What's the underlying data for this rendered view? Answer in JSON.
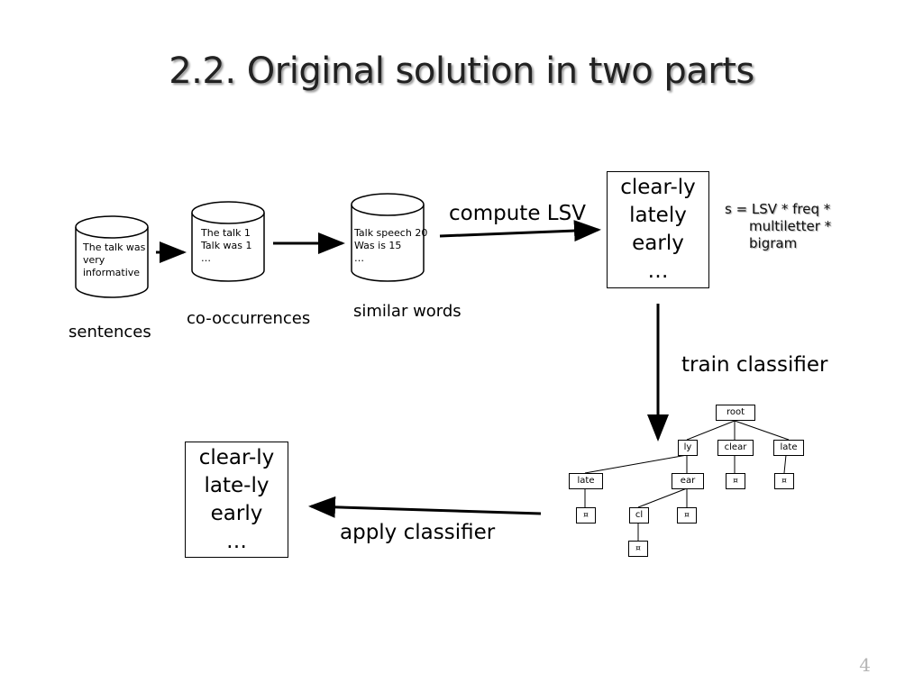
{
  "title": "2.2. Original solution in two parts",
  "cylinders": {
    "sentences": {
      "lines": [
        "The talk was",
        "very",
        "informative"
      ],
      "label": "sentences"
    },
    "cooccurrences": {
      "lines": [
        "The talk 1",
        "Talk was 1",
        "…"
      ],
      "label": "co-occurrences"
    },
    "similar_words": {
      "lines": [
        "Talk speech 20",
        "Was is 15",
        "…"
      ],
      "label": "similar words"
    }
  },
  "steps": {
    "compute": "compute LSV",
    "train": "train classifier",
    "apply": "apply classifier"
  },
  "lsv_box": {
    "lines": [
      "clear-ly",
      "lately",
      "early",
      "…"
    ]
  },
  "formula": {
    "lines": [
      "s = LSV * freq *",
      "multiletter *",
      "bigram"
    ]
  },
  "result_box": {
    "lines": [
      "clear-ly",
      "late-ly",
      "early",
      "…"
    ]
  },
  "tree": {
    "root": "root",
    "level1": [
      "ly",
      "clear",
      "late"
    ],
    "level2": [
      "late",
      "ear"
    ],
    "level3": "cl",
    "leaf_symbol": "¤"
  },
  "slide_number": "4"
}
